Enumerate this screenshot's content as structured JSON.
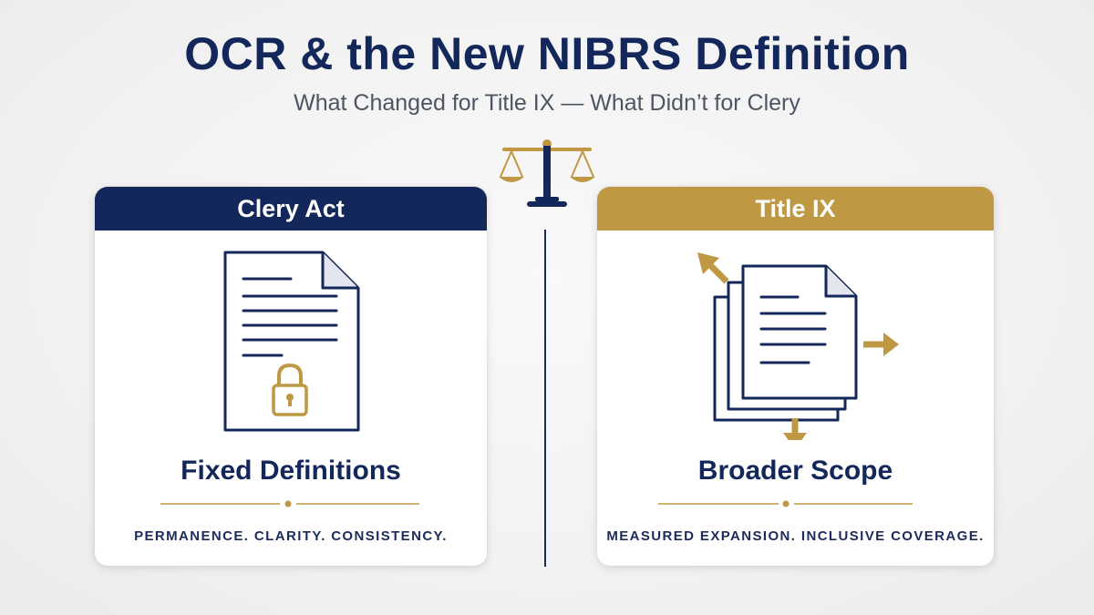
{
  "header": {
    "title": "OCR & the New NIBRS Definition",
    "subtitle": "What Changed for Title IX — What Didn’t for Clery"
  },
  "colors": {
    "navy": "#13275a",
    "gold": "#bf9843",
    "text_gray": "#4d5563",
    "background": "#f2f2f2"
  },
  "left_card": {
    "heading": "Clery Act",
    "label": "Fixed Definitions",
    "tagline": "PERMANENCE. CLARITY. CONSISTENCY.",
    "icons": [
      "document-icon",
      "padlock-icon"
    ]
  },
  "right_card": {
    "heading": "Title IX",
    "label": "Broader Scope",
    "tagline": "MEASURED EXPANSION. INCLUSIVE COVERAGE.",
    "icons": [
      "stacked-documents-icon",
      "arrow-up-left-icon",
      "arrow-right-icon",
      "arrow-down-icon"
    ]
  },
  "center": {
    "icons": [
      "scales-of-justice-icon",
      "vertical-divider"
    ]
  }
}
